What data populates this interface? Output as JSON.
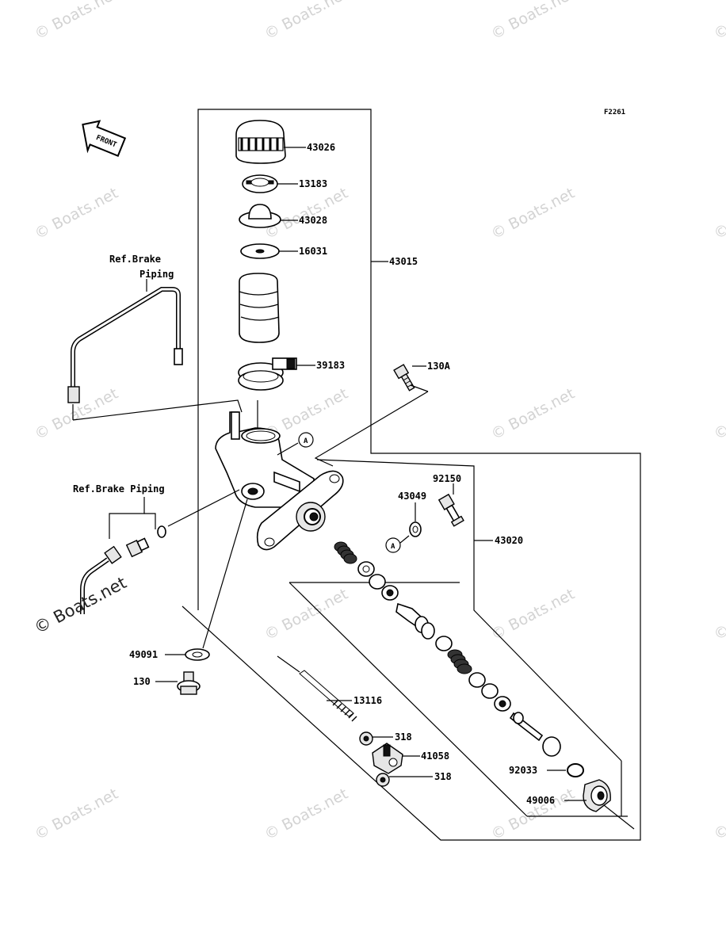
{
  "figure_code": "F2261",
  "front_label": "FRONT",
  "watermark": "© Boats.net",
  "ref_brake_piping_upper": [
    "Ref.Brake",
    "Piping"
  ],
  "ref_brake_piping_lower": "Ref.Brake Piping",
  "callout_a": "A",
  "parts": {
    "p43026": "43026",
    "p13183": "13183",
    "p43028": "43028",
    "p16031": "16031",
    "p43015": "43015",
    "p39183": "39183",
    "p130A": "130A",
    "p92150": "92150",
    "p43049": "43049",
    "p43020": "43020",
    "p49091": "49091",
    "p130": "130",
    "p13116": "13116",
    "p318a": "318",
    "p41058": "41058",
    "p318b": "318",
    "p92033": "92033",
    "p49006": "49006"
  }
}
